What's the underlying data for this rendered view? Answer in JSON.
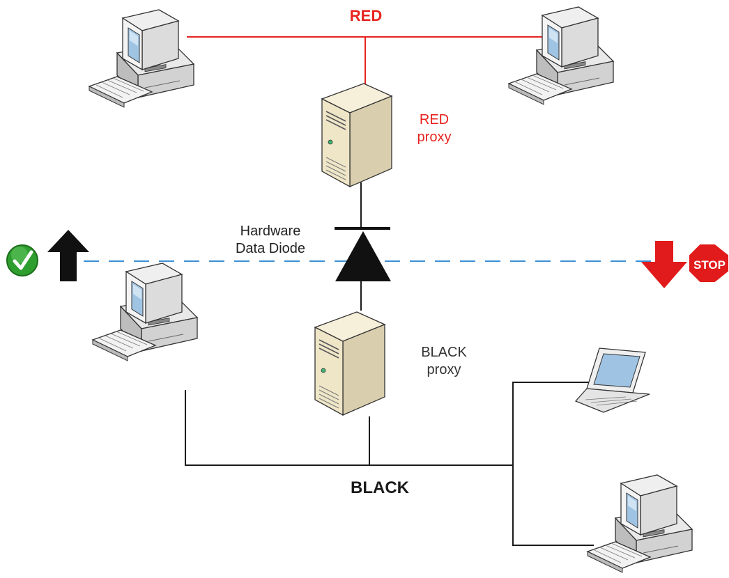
{
  "red_network": {
    "label": "RED"
  },
  "black_network": {
    "label": "BLACK"
  },
  "red_proxy": {
    "line1": "RED",
    "line2": "proxy"
  },
  "black_proxy": {
    "line1": "BLACK",
    "line2": "proxy"
  },
  "data_diode": {
    "line1": "Hardware",
    "line2": "Data Diode"
  },
  "stop_sign": {
    "text": "STOP"
  },
  "colors": {
    "red_link": "#e8231f",
    "black_link": "#1a1a1a",
    "boundary": "#3d8fd6",
    "allowed": "#2e9e2e",
    "blocked": "#e11b1b"
  },
  "icons": {
    "workstation": "desktop-computer-icon",
    "laptop": "laptop-icon",
    "server": "server-tower-icon",
    "diode": "diode-icon",
    "allowed": "check-circle-icon",
    "up": "arrow-up-icon",
    "down": "arrow-down-icon",
    "stop": "stop-sign-icon"
  }
}
